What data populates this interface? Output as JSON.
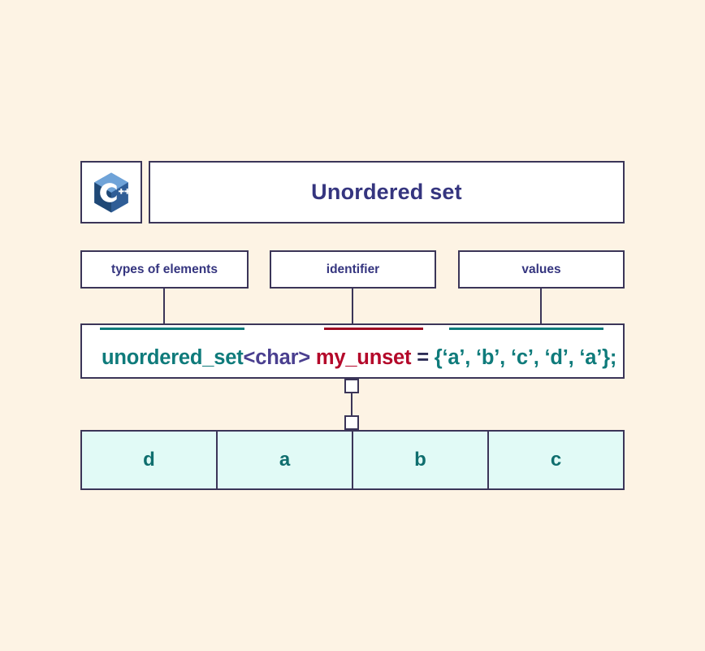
{
  "background_color": "#fdf3e4",
  "header": {
    "logo_icon": "cpp-logo-icon",
    "logo_alt": "C++",
    "title": "Unordered set",
    "title_color": "#35357f"
  },
  "labels": [
    {
      "id": "types",
      "text": "types of elements"
    },
    {
      "id": "identifier",
      "text": "identifier"
    },
    {
      "id": "values",
      "text": "values"
    }
  ],
  "code": {
    "full_text": "unordered_set<char> my_unset = {‘a’, ‘b’, ‘c’, ‘d’, ‘a’};",
    "tokens": {
      "container_type": "unordered_set",
      "template_param": "<char>",
      "identifier": "my_unset",
      "assign": " = ",
      "initializer": "{‘a’, ‘b’, ‘c’, ‘d’, ‘a’};"
    },
    "colors": {
      "container_type": "#0f7b7b",
      "template_param": "#4a3f8f",
      "identifier": "#b4082a",
      "assign": "#2c2c55",
      "initializer": "#0f7b7b"
    }
  },
  "underlines": [
    {
      "id": "types",
      "color": "#0f7b7b"
    },
    {
      "id": "identifier",
      "color": "#9d0b23"
    },
    {
      "id": "values",
      "color": "#0f7b7b"
    }
  ],
  "cells": {
    "fill_color": "#e1faf6",
    "text_color": "#0f6e6e",
    "values": [
      "d",
      "a",
      "b",
      "c"
    ]
  }
}
